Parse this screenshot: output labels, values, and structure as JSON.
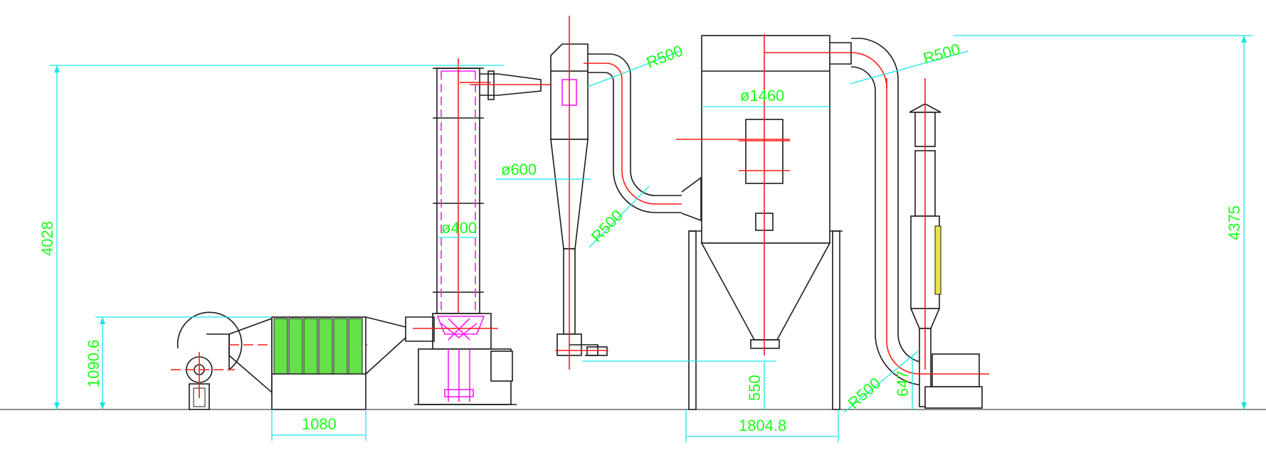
{
  "dimensions": {
    "height_total_left": "4028",
    "height_heater": "1090.6",
    "width_heater": "1080",
    "dia_column": "ø400",
    "dia_cyclone": "ø600",
    "radius_elbow_1": "R500",
    "radius_elbow_2": "R500",
    "radius_elbow_3": "R500",
    "radius_elbow_4": "R500",
    "dia_filter": "ø1460",
    "height_outlet": "550",
    "width_filter": "1804.8",
    "height_fan_inlet": "647",
    "height_total_right": "4375"
  },
  "colors": {
    "outline": "#1a1a1a",
    "centerline": "#ff1a1a",
    "dimension": "#19e6e6",
    "dimension_text": "#19ff19",
    "internals": "#ff19ff",
    "heater_fill": "#66e04a",
    "silencer_fill": "#e6e64a"
  }
}
